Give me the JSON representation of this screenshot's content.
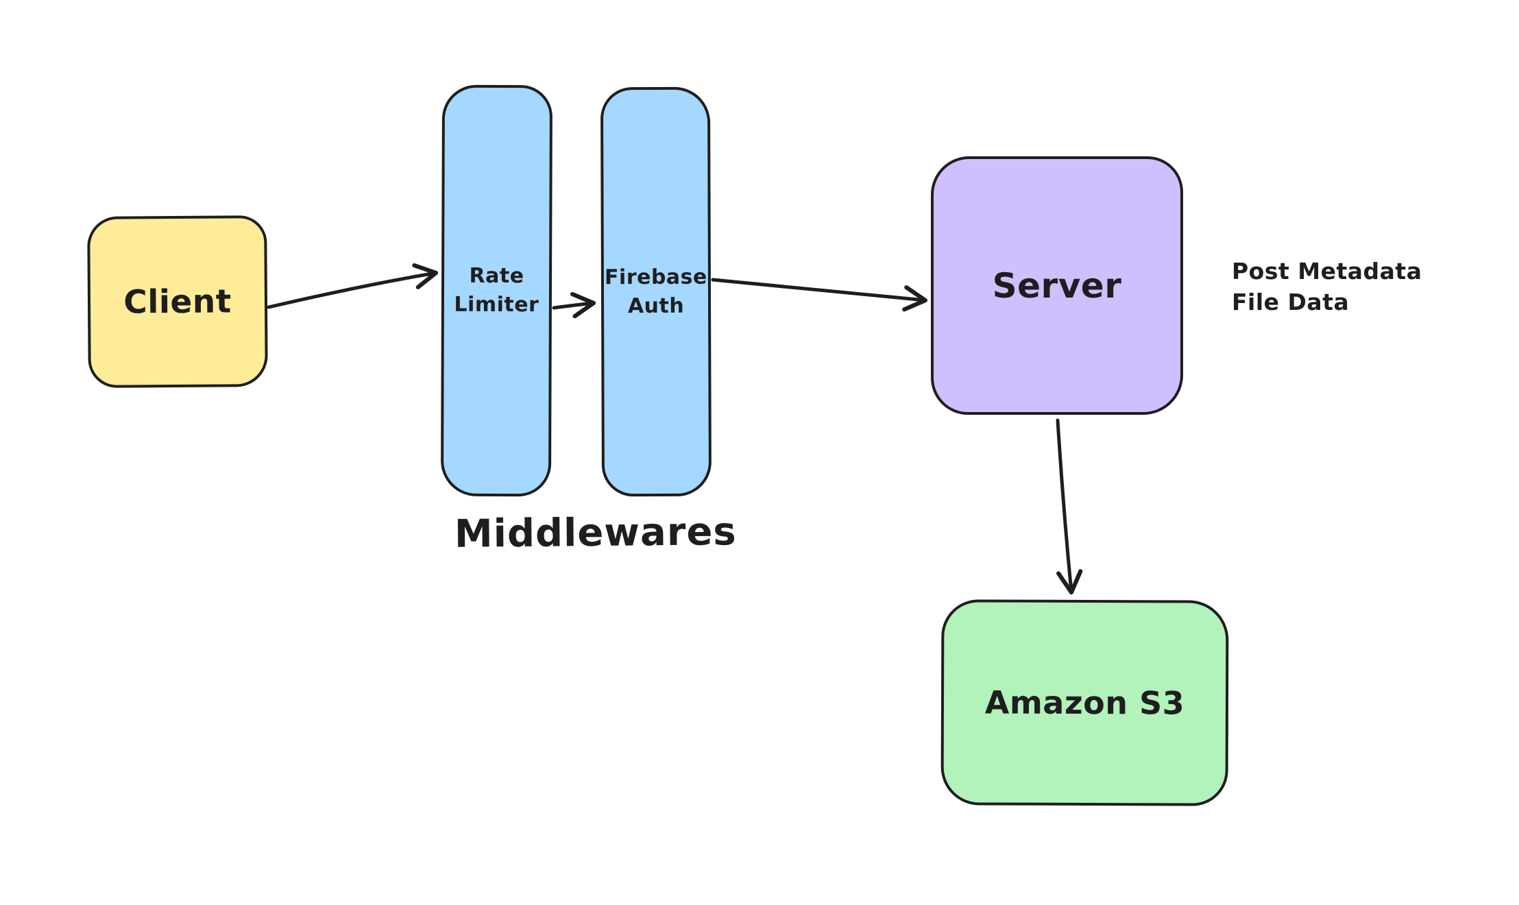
{
  "canvas": {
    "background": "#ffffff",
    "stroke_color": "#1e1e1e"
  },
  "nodes": {
    "client": {
      "label": "Client",
      "fill": "#ffec99"
    },
    "rate_limiter": {
      "label": "Rate Limiter",
      "fill": "#a5d8ff"
    },
    "firebase_auth": {
      "label": "Firebase Auth",
      "fill": "#a5d8ff"
    },
    "server": {
      "label": "Server",
      "fill": "#d0bfff"
    },
    "amazon_s3": {
      "label": "Amazon S3",
      "fill": "#b2f2bb"
    }
  },
  "labels": {
    "middlewares": "Middlewares",
    "server_annotation": "Post Metadata\nFile Data"
  },
  "edges": [
    {
      "from": "client",
      "to": "rate_limiter"
    },
    {
      "from": "rate_limiter",
      "to": "firebase_auth"
    },
    {
      "from": "firebase_auth",
      "to": "server"
    },
    {
      "from": "server",
      "to": "amazon_s3"
    }
  ]
}
